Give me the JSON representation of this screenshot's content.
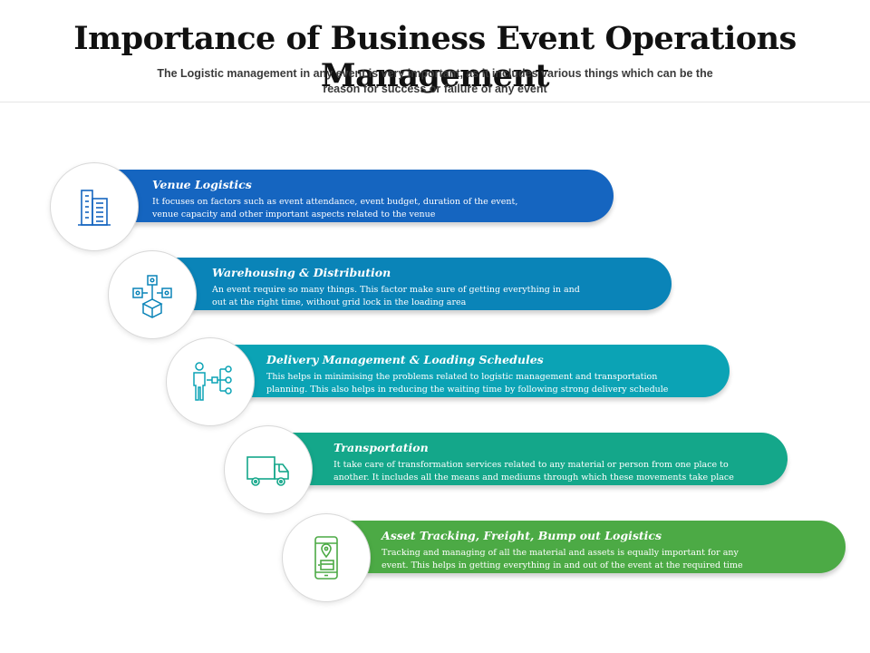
{
  "title": "Importance of Business Event Operations Management",
  "subtitle_lines": [
    "The Logistic management in any event is very important, as it includes various things which can be the",
    "reason for success or failure of any event"
  ],
  "items": [
    {
      "title": "Venue Logistics",
      "desc_lines": [
        "It focuses on factors such as event attendance, event budget, duration of the event,",
        "venue capacity and other important aspects related to the venue"
      ],
      "icon": "building-icon",
      "color": "#1565c0"
    },
    {
      "title": "Warehousing & Distribution",
      "desc_lines": [
        "An event require so many things. This factor make sure of getting everything in and",
        "out at the right time, without grid lock in the loading area"
      ],
      "icon": "package-network-icon",
      "color": "#0a84b8"
    },
    {
      "title": "Delivery Management & Loading Schedules",
      "desc_lines": [
        "This helps in minimising the problems related to logistic  management and transportation",
        "planning. This also  helps in reducing the waiting time by following strong delivery schedule"
      ],
      "icon": "person-network-icon",
      "color": "#0ba3b5"
    },
    {
      "title": "Transportation",
      "desc_lines": [
        "It take care of transformation services related to any material or person from one place to",
        "another. It includes all the means and mediums through which these movements take place"
      ],
      "icon": "truck-icon",
      "color": "#14a78a"
    },
    {
      "title": "Asset Tracking, Freight, Bump out Logistics",
      "desc_lines": [
        "Tracking and managing of all the material and assets is equally important for any",
        "event. This helps in getting everything in and out of the event at the required time"
      ],
      "icon": "phone-tracking-icon",
      "color": "#4caa45"
    }
  ]
}
